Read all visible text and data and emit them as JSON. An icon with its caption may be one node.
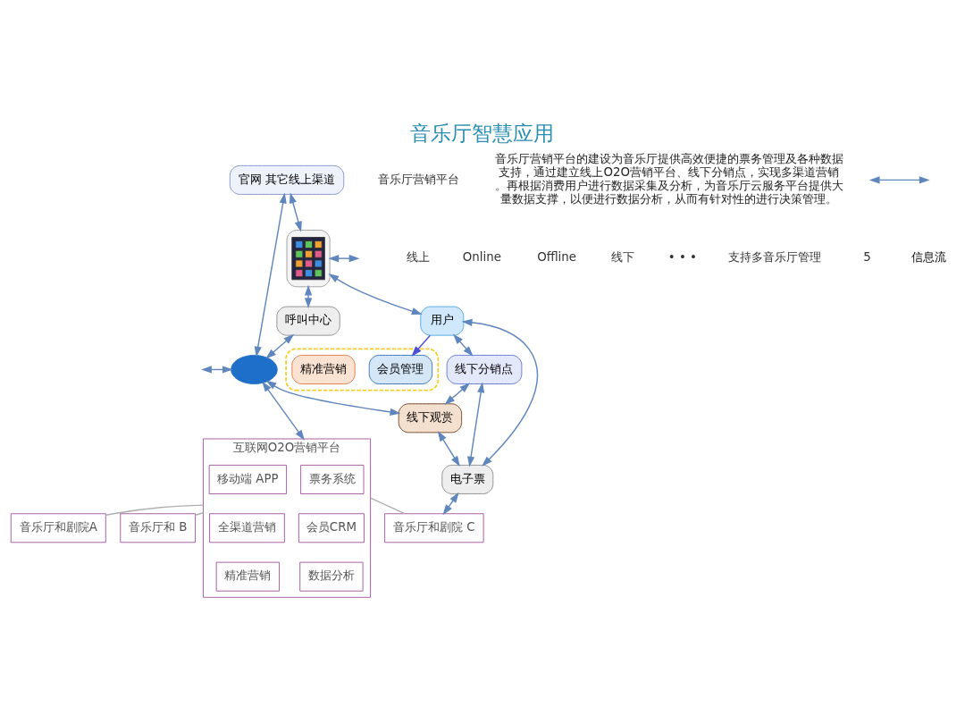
{
  "diagram": {
    "title": "音乐厅智慧应用",
    "nodes": [
      {
        "text": [
          "官网 其它线上渠道"
        ]
      },
      {
        "text": [],
        "shape": "picture"
      },
      {
        "text": [
          "呼叫中心"
        ]
      },
      {
        "text": [],
        "shape": "cloud"
      },
      {
        "text": [
          "用户"
        ]
      },
      {
        "text": [
          "线下分销点"
        ]
      },
      {
        "text": [
          "线下观赏"
        ]
      },
      {
        "text": [
          "电子票"
        ]
      },
      {
        "text": [
          "互联网O2O营销平台"
        ]
      },
      {
        "text": [
          "票务系统"
        ],
        "in": 8
      },
      {
        "text": [
          "移动端 APP"
        ],
        "in": 8
      },
      {
        "text": [
          "会员CRM"
        ],
        "in": 8
      },
      {
        "text": [
          "全渠道营销"
        ],
        "in": 8
      },
      {
        "text": [
          "数据分析"
        ],
        "in": 8
      },
      {
        "text": [
          "精准营销"
        ],
        "in": 8
      },
      {
        "text": [],
        "shape": "box"
      },
      {
        "text": [
          "会员管理"
        ],
        "in": 15
      },
      {
        "text": [
          "精准营销"
        ],
        "in": 15
      },
      {
        "text": [
          "音乐厅和剧院A"
        ]
      },
      {
        "text": [
          "音乐厅和 B"
        ]
      },
      {
        "text": [
          "音乐厅和剧院 C"
        ]
      }
    ],
    "edges": [
      {
        "from": 0,
        "to": 1,
        "arrow": "both"
      },
      {
        "from": 0,
        "to": 3,
        "arrow": "both"
      },
      {
        "from": 1,
        "to": 2,
        "arrow": "both"
      },
      {
        "from": 2,
        "to": 3,
        "arrow": "both"
      },
      {
        "from": 1,
        "to": null,
        "arrow": "both"
      },
      {
        "from": null,
        "to": 3,
        "arrow": "both"
      },
      {
        "from": 1,
        "to": 4,
        "arrow": "both"
      },
      {
        "from": 3,
        "to": 8,
        "arrow": "both"
      },
      {
        "from": 3,
        "to": 6,
        "arrow": "both"
      },
      {
        "from": 4,
        "to": 16,
        "arrow": "to",
        "color": "#4b4fd6"
      },
      {
        "from": 4,
        "to": 5,
        "arrow": "both"
      },
      {
        "from": 4,
        "to": 7,
        "arrow": "both"
      },
      {
        "from": 5,
        "to": 6,
        "arrow": "both"
      },
      {
        "from": 5,
        "to": 7,
        "arrow": "both"
      },
      {
        "from": 6,
        "to": 7,
        "arrow": "both"
      },
      {
        "from": 7,
        "to": 20,
        "arrow": "both"
      },
      {
        "from": 8,
        "to": 18,
        "arrow": "none",
        "color": "#b0b0b0"
      },
      {
        "from": 8,
        "to": 19,
        "arrow": "none",
        "color": "#b0b0b0"
      },
      {
        "from": 8,
        "to": 20,
        "arrow": "none",
        "color": "#b0b0b0"
      }
    ],
    "labels": [
      "音乐厅营销平台",
      "音乐厅营销平台的建设为音乐厅提供高效便捷的票务管理及各种数据支持，通过建立线上O2O营销平台、线下分销点，实现多渠道营销。再根据消费用户进行数据采集及分析，为音乐厅云服务平台提供大量数据支撑，以便进行数据分析，从而有针对性的进行决策管理。",
      "线上",
      "Online",
      "Offline",
      "线下",
      "• • •",
      "支持多音乐厅管理",
      "5"
    ],
    "legend": [
      {
        "text": "信息流"
      }
    ]
  }
}
